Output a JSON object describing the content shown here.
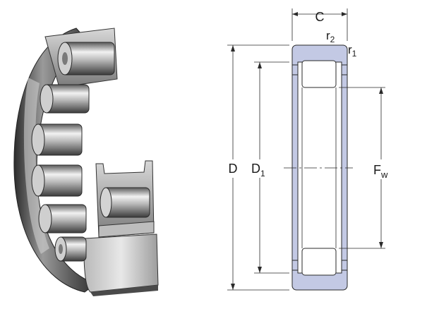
{
  "labels": {
    "C": "C",
    "r2_base": "r",
    "r2_sub": "2",
    "r1_base": "r",
    "r1_sub": "1",
    "D": "D",
    "D1_base": "D",
    "D1_sub": "1",
    "Fw_base": "F",
    "Fw_sub": "w"
  },
  "colors": {
    "ring_fill": "#c3c9e4",
    "line": "#2a2a2a",
    "steel_dark": "#3a3a3a",
    "steel_mid": "#8a8a8a",
    "steel_light": "#e6e6e6"
  }
}
